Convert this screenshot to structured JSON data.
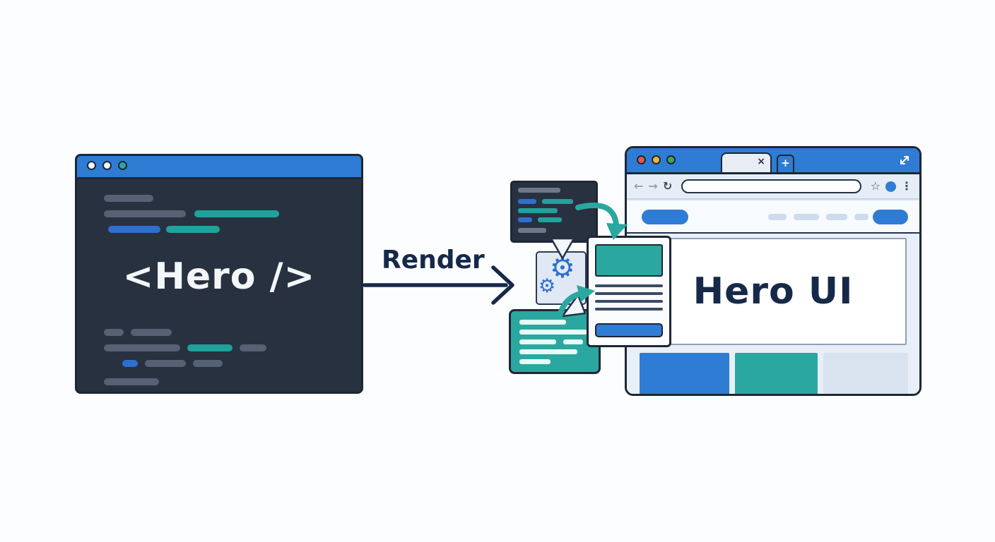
{
  "scene": {
    "render_label": "Render"
  },
  "editor": {
    "code_text": "<Hero />"
  },
  "gears": {
    "gear_glyph": "⚙"
  },
  "browser": {
    "tab_close_glyph": "×",
    "new_tab_glyph": "+",
    "back_glyph": "←",
    "forward_glyph": "→",
    "reload_glyph": "↻",
    "star_glyph": "☆",
    "menu_glyph": "⋮",
    "hero_title": "Hero UI"
  },
  "colors": {
    "blue": "#2e7cd4",
    "teal": "#2aa89f",
    "navy_bg": "#28313f",
    "outline": "#1d2735",
    "chrome_light": "#e7edf6",
    "text_dark": "#16294a",
    "traffic_red": "#e4584e",
    "traffic_yellow": "#f0b43c",
    "traffic_green": "#43a45f"
  }
}
